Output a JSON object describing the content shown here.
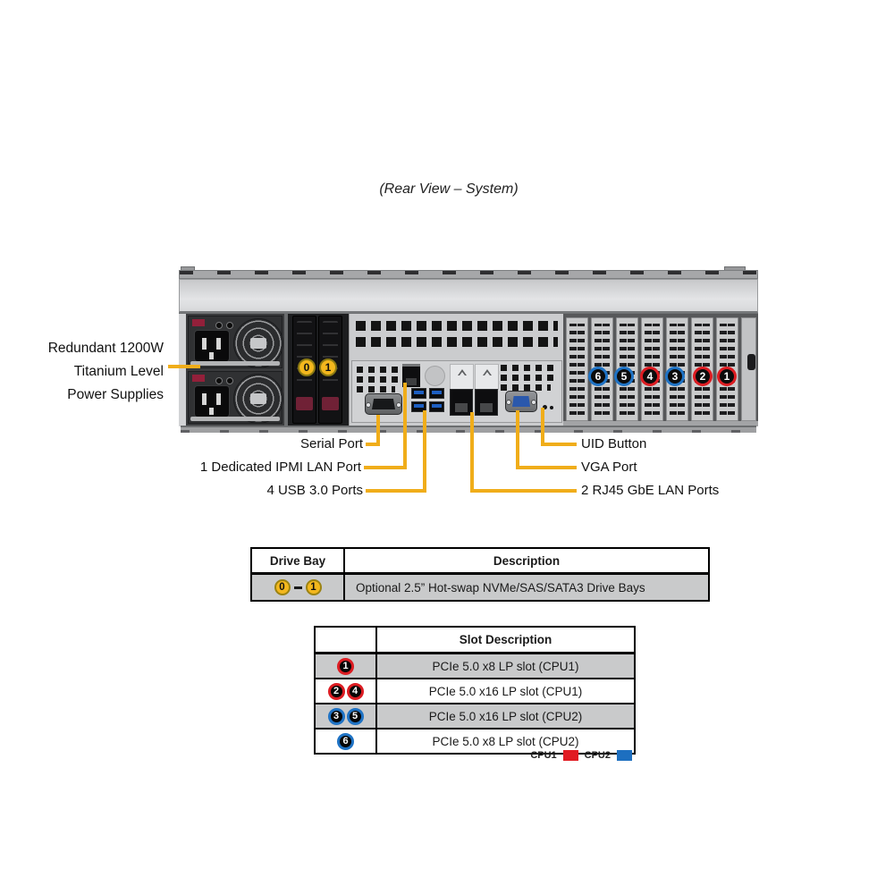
{
  "title": "(Rear View – System)",
  "psu_label": {
    "line1": "Redundant 1200W",
    "line2": "Titanium Level",
    "line3": "Power Supplies"
  },
  "port_labels": {
    "serial": "Serial Port",
    "ipmi": "1 Dedicated IPMI LAN Port",
    "usb": "4 USB 3.0 Ports",
    "uid": "UID Button",
    "vga": "VGA Port",
    "lan": "2 RJ45 GbE LAN Ports"
  },
  "chassis": {
    "drive_bays": [
      "0",
      "1"
    ],
    "pcie_circles": [
      {
        "num": "6",
        "color": "blue"
      },
      {
        "num": "5",
        "color": "blue"
      },
      {
        "num": "4",
        "color": "red"
      },
      {
        "num": "3",
        "color": "blue"
      },
      {
        "num": "2",
        "color": "red"
      },
      {
        "num": "1",
        "color": "red"
      }
    ]
  },
  "drive_table": {
    "headers": [
      "Drive Bay",
      "Description"
    ],
    "row": {
      "bays": [
        "0",
        "1"
      ],
      "description": "Optional 2.5” Hot-swap NVMe/SAS/SATA3 Drive Bays"
    }
  },
  "slot_table": {
    "header": "Slot Description",
    "rows": [
      {
        "slots": [
          {
            "num": "1",
            "color": "red"
          }
        ],
        "description": "PCIe 5.0 x8 LP slot (CPU1)"
      },
      {
        "slots": [
          {
            "num": "2",
            "color": "red"
          },
          {
            "num": "4",
            "color": "red"
          }
        ],
        "description": "PCIe 5.0 x16 LP slot (CPU1)"
      },
      {
        "slots": [
          {
            "num": "3",
            "color": "blue"
          },
          {
            "num": "5",
            "color": "blue"
          }
        ],
        "description": "PCIe 5.0 x16 LP slot (CPU2)"
      },
      {
        "slots": [
          {
            "num": "6",
            "color": "blue"
          }
        ],
        "description": "PCIe 5.0 x8 LP slot (CPU2)"
      }
    ]
  },
  "legend": {
    "items": [
      {
        "label": "CPU1",
        "color": "#e11b22"
      },
      {
        "label": "CPU2",
        "color": "#1d6fc0"
      }
    ]
  },
  "colors": {
    "callout_yellow": "#f0ad1a",
    "bay_badge_yellow": "#f3b71d",
    "slot_red": "#dc1c22",
    "slot_blue": "#1e72c4"
  }
}
